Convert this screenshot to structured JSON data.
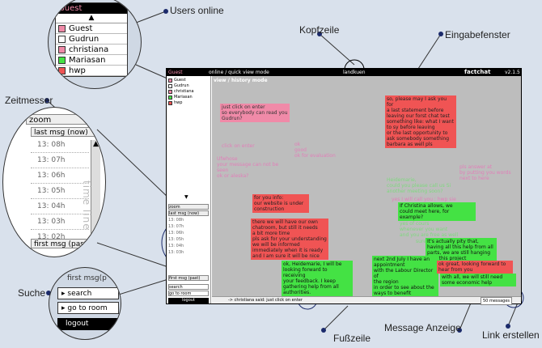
{
  "callouts": {
    "users_online": "Users online",
    "kopfzeile": "Kopfzeile",
    "eingabefenster": "Eingabefenster",
    "zeitmesser": "Zeitmesser",
    "suche": "Suche",
    "fusszeile": "Fußzeile",
    "message_anzeige": "Message Anzeige",
    "link_erstellen": "Link erstellen"
  },
  "header": {
    "user": "Guest",
    "mode": "online / quick view mode",
    "center": "landkuen",
    "logo": "factchat",
    "version": "v2.1.5"
  },
  "view_title": "view / history mode",
  "users": {
    "title": "Guest",
    "list": [
      {
        "name": "Guest",
        "color": "#f08aa8"
      },
      {
        "name": "Gudrun",
        "color": "#ffffff"
      },
      {
        "name": "christiana",
        "color": "#f08aa8"
      },
      {
        "name": "Mariasan",
        "color": "#44e244"
      },
      {
        "name": "hwp",
        "color": "#f05454"
      }
    ]
  },
  "zoom": {
    "label": "zoom",
    "value": "1"
  },
  "time": {
    "last_msg": "last msg (now)",
    "first_msg": "first msg (past)",
    "rows": [
      "13: 08h",
      "13: 07h",
      "13: 06h",
      "13: 05h",
      "13: 04h",
      "13: 03h",
      "13: 02h"
    ],
    "timeline_label": "time line"
  },
  "search": {
    "partial": "first msg(p",
    "search_label": "search",
    "go_label": "go to room",
    "logout_label": "logout"
  },
  "footer": {
    "text": "-> christiana said: just click on enter",
    "count": "50 messages"
  },
  "messages": [
    {
      "text": "just click on enter\nso everybody can read you\nGudrun?",
      "style": "pink"
    },
    {
      "text": "so, please may I ask you for\na last statement before\nleaving our forst chat test\nsomething like: what I want\nto sy before leaving\nor the last opportunity to\nask somebody something\nbarbara as well pls",
      "style": "red"
    },
    {
      "text": "click on enter",
      "style": "fp"
    },
    {
      "text": "Ufwhose\nyour message can not be seen\nok or aleska?",
      "style": "fp"
    },
    {
      "text": "ok\ngood\nok for evaluation",
      "style": "fp"
    },
    {
      "text": "pls answer at\nby putting you words\nnext to here",
      "style": "fp"
    },
    {
      "text": "Heidemarie,\ncould you please call us Si\nanother meeting soon?",
      "style": "fg"
    },
    {
      "text": "yes I will call you ; hwp sie",
      "style": "fp"
    },
    {
      "text": "for you info:\nour website is under\nconstruction",
      "style": "red"
    },
    {
      "text": "If Christina allows, we\ncould meet here, for example?",
      "style": "green"
    },
    {
      "text": "there we will have our own\nchatroom, but still it needs\na bit more time\npls ask for your understanding\nwe will be informed\nimmediately when it is ready\nand I am sure it will be nice",
      "style": "red"
    },
    {
      "text": "yes of cours\nwhenever you want\nand you are free as well",
      "style": "fg"
    },
    {
      "text": "sure",
      "style": "fg"
    },
    {
      "text": "It's actually pity that,\nhaving all this help from all\nparts, we are still hanging\nwith this project",
      "style": "green"
    },
    {
      "text": "ok, Heidemarie, I will be\nlooking forward to receiving\nyour feedback. I keep\ngathering help from all\nauthorities.",
      "style": "green"
    },
    {
      "text": "next 2nd July I have an\nappointment\nwith the Labour Director of\nthe region\nin order to see about the\nways to benefit participants",
      "style": "green"
    },
    {
      "text": "ok great, looking forward to\nhear from you",
      "style": "red"
    },
    {
      "text": "with all, we will still need\nsome economic help",
      "style": "green"
    }
  ]
}
